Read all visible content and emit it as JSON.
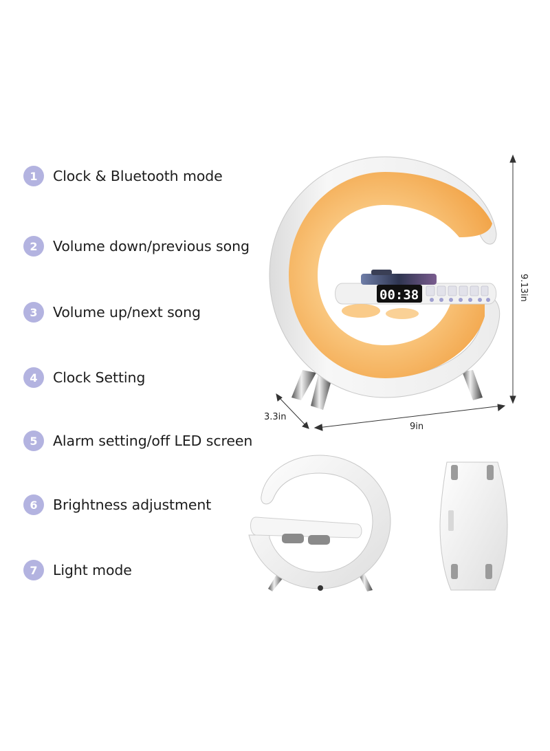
{
  "features": [
    {
      "number": "1",
      "label": "Clock & Bluetooth mode"
    },
    {
      "number": "2",
      "label": "Volume down/previous song"
    },
    {
      "number": "3",
      "label": "Volume up/next song"
    },
    {
      "number": "4",
      "label": "Clock Setting"
    },
    {
      "number": "5",
      "label": "Alarm setting/off LED screen"
    },
    {
      "number": "6",
      "label": "Brightness adjustment"
    },
    {
      "number": "7",
      "label": "Light mode"
    }
  ],
  "dimensions": {
    "height": "9.13in",
    "width": "9in",
    "depth": "3.3in"
  },
  "clock_display": "00:38",
  "colors": {
    "badge": "#b3b3e0",
    "glow": "#f6b35d",
    "device_body": "#f2f2f2"
  }
}
